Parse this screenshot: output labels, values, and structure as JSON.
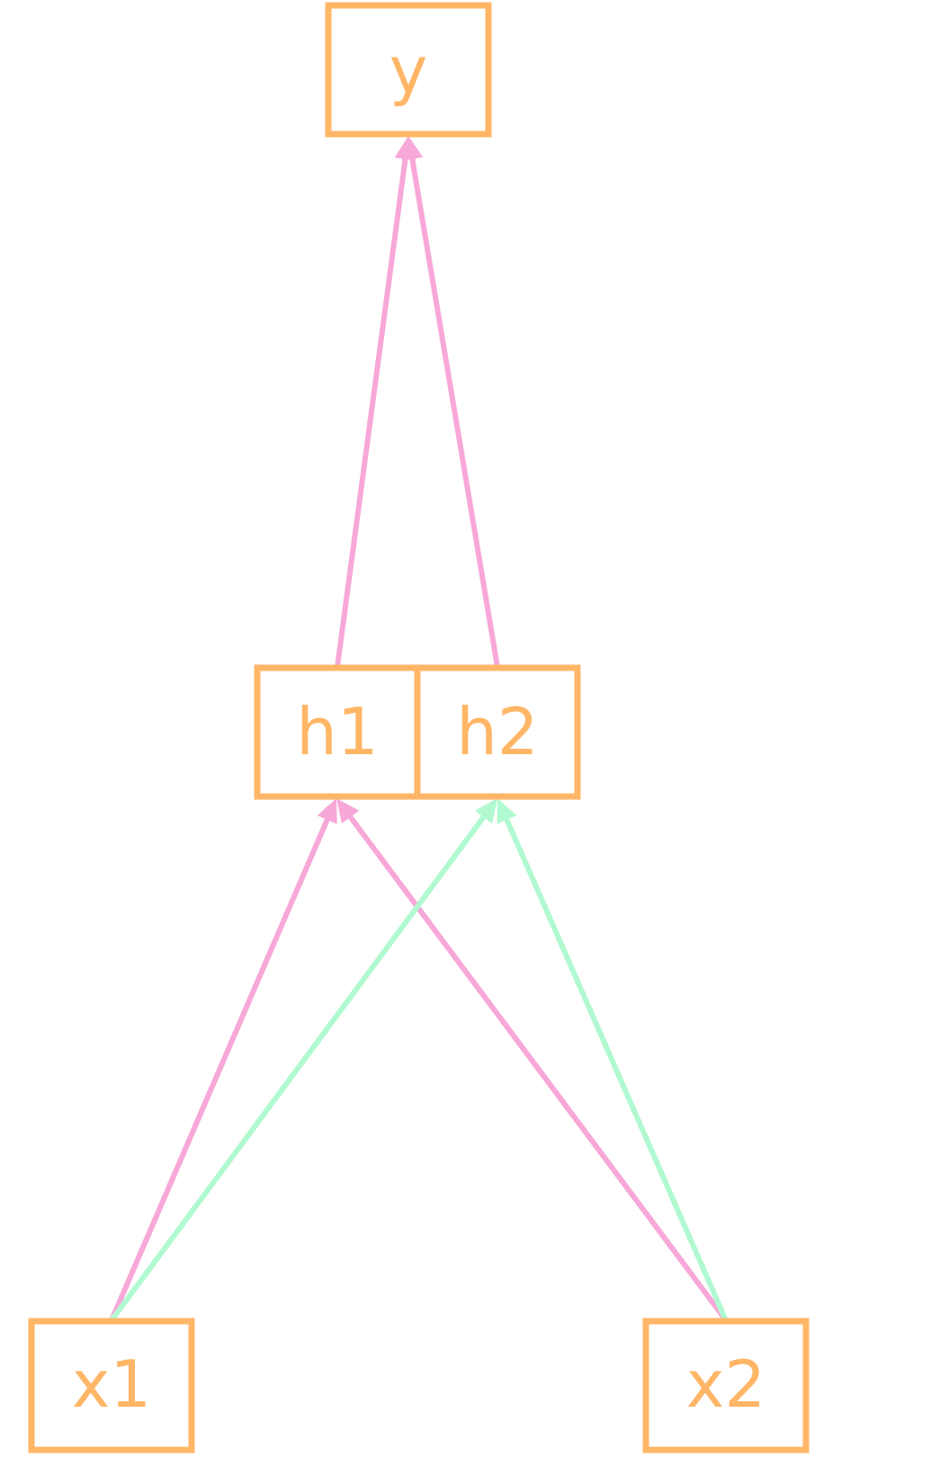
{
  "nodes": {
    "y": {
      "label": "y"
    },
    "h1": {
      "label": "h1"
    },
    "h2": {
      "label": "h2"
    },
    "x1": {
      "label": "x1"
    },
    "x2": {
      "label": "x2"
    }
  },
  "edges": [
    {
      "from": "h1",
      "to": "y",
      "color": "#f7a8d8"
    },
    {
      "from": "h2",
      "to": "y",
      "color": "#f7a8d8"
    },
    {
      "from": "x1",
      "to": "h1",
      "color": "#f7a8d8"
    },
    {
      "from": "x2",
      "to": "h1",
      "color": "#f7a8d8"
    },
    {
      "from": "x1",
      "to": "h2",
      "color": "#b1f9d0"
    },
    {
      "from": "x2",
      "to": "h2",
      "color": "#b1f9d0"
    }
  ],
  "colors": {
    "node_border": "#ffb667",
    "node_text": "#ffb667",
    "edge_pink": "#f7a8d8",
    "edge_green": "#b1f9d0",
    "background": "#ffffff"
  }
}
